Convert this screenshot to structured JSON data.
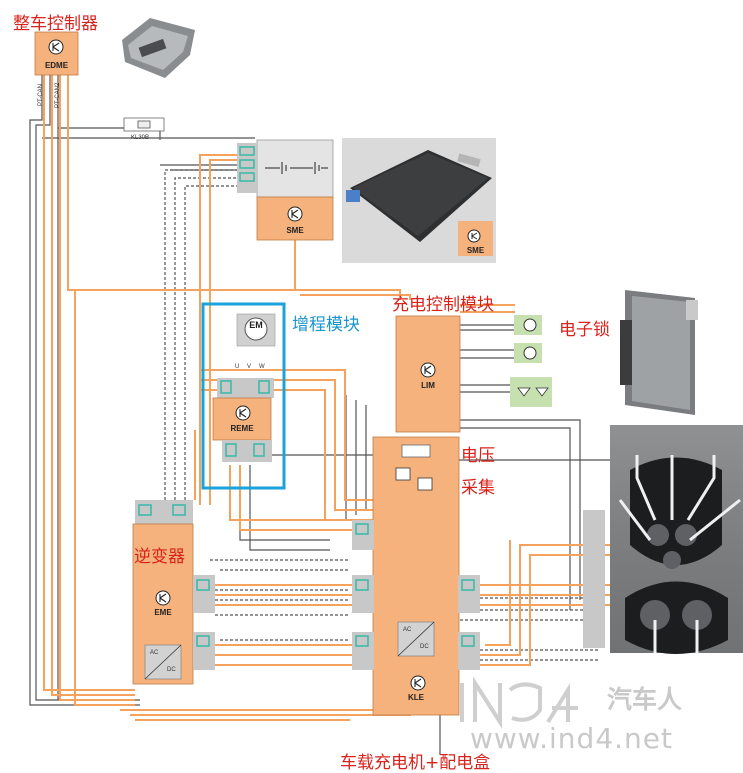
{
  "labels": {
    "vehicle_controller": "整车控制器",
    "range_extender": "增程模块",
    "charge_control": "充电控制模块",
    "e_lock": "电子锁",
    "voltage": "电压",
    "sampling": "采集",
    "inverter": "逆变器",
    "onboard_charger": "车载充电机+配电盒"
  },
  "modules": {
    "edme": "EDME",
    "sme": "SME",
    "sme_photo": "SME",
    "reme": "REME",
    "lim": "LIM",
    "eme": "EME",
    "kle": "KLE"
  },
  "small": {
    "pt_can": "PT-CAN",
    "pt_can2": "PT-CAN2",
    "kl30b": "KL30B",
    "em": "EM",
    "u": "U",
    "v": "V",
    "w": "W",
    "ac": "AC",
    "dc": "DC"
  },
  "watermark": {
    "logo": "IND4",
    "brand": "汽车人",
    "url": "www.ind4.net"
  },
  "colors": {
    "orange_wire": "#f5a25c",
    "orange_box": "#f6b27d",
    "grey_box": "#c8c8c8",
    "connector_teal": "#37b8a8",
    "red_label": "#d8231c",
    "blue_label": "#1a96cf",
    "range_extender_frame": "#1aa3db"
  }
}
